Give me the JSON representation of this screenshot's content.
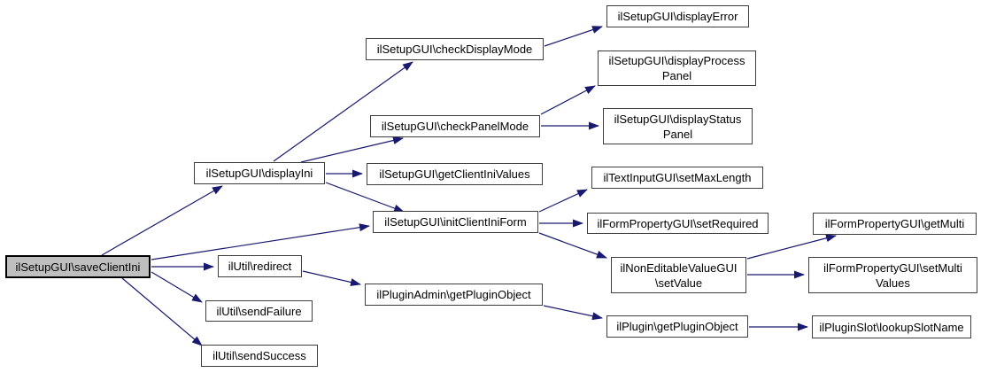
{
  "graph": {
    "type": "call-graph",
    "background_color": "#ffffff",
    "edge_color": "#191970",
    "node_border_color": "#3d3d3d",
    "highlight_fill_color": "#bfbfbf",
    "nodes": [
      {
        "id": "saveClientIni",
        "label": "ilSetupGUI\\saveClientIni",
        "lines": [
          "ilSetupGUI\\saveClientIni"
        ],
        "highlighted": true
      },
      {
        "id": "displayIni",
        "label": "ilSetupGUI\\displayIni",
        "lines": [
          "ilSetupGUI\\displayIni"
        ],
        "highlighted": false
      },
      {
        "id": "redirect",
        "label": "ilUtil\\redirect",
        "lines": [
          "ilUtil\\redirect"
        ],
        "highlighted": false
      },
      {
        "id": "sendFailure",
        "label": "ilUtil\\sendFailure",
        "lines": [
          "ilUtil\\sendFailure"
        ],
        "highlighted": false
      },
      {
        "id": "sendSuccess",
        "label": "ilUtil\\sendSuccess",
        "lines": [
          "ilUtil\\sendSuccess"
        ],
        "highlighted": false
      },
      {
        "id": "checkDisplayMode",
        "label": "ilSetupGUI\\checkDisplayMode",
        "lines": [
          "ilSetupGUI\\checkDisplayMode"
        ],
        "highlighted": false
      },
      {
        "id": "checkPanelMode",
        "label": "ilSetupGUI\\checkPanelMode",
        "lines": [
          "ilSetupGUI\\checkPanelMode"
        ],
        "highlighted": false
      },
      {
        "id": "getClientIniValues",
        "label": "ilSetupGUI\\getClientIniValues",
        "lines": [
          "ilSetupGUI\\getClientIniValues"
        ],
        "highlighted": false
      },
      {
        "id": "initClientIniForm",
        "label": "ilSetupGUI\\initClientIniForm",
        "lines": [
          "ilSetupGUI\\initClientIniForm"
        ],
        "highlighted": false
      },
      {
        "id": "pluginAdminGetPluginObject",
        "label": "ilPluginAdmin\\getPluginObject",
        "lines": [
          "ilPluginAdmin\\getPluginObject"
        ],
        "highlighted": false
      },
      {
        "id": "displayError",
        "label": "ilSetupGUI\\displayError",
        "lines": [
          "ilSetupGUI\\displayError"
        ],
        "highlighted": false
      },
      {
        "id": "displayProcessPanel",
        "label": "ilSetupGUI\\displayProcessPanel",
        "lines": [
          "ilSetupGUI\\displayProcess",
          "Panel"
        ],
        "highlighted": false
      },
      {
        "id": "displayStatusPanel",
        "label": "ilSetupGUI\\displayStatusPanel",
        "lines": [
          "ilSetupGUI\\displayStatus",
          "Panel"
        ],
        "highlighted": false
      },
      {
        "id": "setMaxLength",
        "label": "ilTextInputGUI\\setMaxLength",
        "lines": [
          "ilTextInputGUI\\setMaxLength"
        ],
        "highlighted": false
      },
      {
        "id": "setRequired",
        "label": "ilFormPropertyGUI\\setRequired",
        "lines": [
          "ilFormPropertyGUI\\setRequired"
        ],
        "highlighted": false
      },
      {
        "id": "nonEditableSetValue",
        "label": "ilNonEditableValueGUI\\setValue",
        "lines": [
          "ilNonEditableValueGUI",
          "\\setValue"
        ],
        "highlighted": false
      },
      {
        "id": "pluginGetPluginObject",
        "label": "ilPlugin\\getPluginObject",
        "lines": [
          "ilPlugin\\getPluginObject"
        ],
        "highlighted": false
      },
      {
        "id": "getMulti",
        "label": "ilFormPropertyGUI\\getMulti",
        "lines": [
          "ilFormPropertyGUI\\getMulti"
        ],
        "highlighted": false
      },
      {
        "id": "setMultiValues",
        "label": "ilFormPropertyGUI\\setMultiValues",
        "lines": [
          "ilFormPropertyGUI\\setMulti",
          "Values"
        ],
        "highlighted": false
      },
      {
        "id": "lookupSlotName",
        "label": "ilPluginSlot\\lookupSlotName",
        "lines": [
          "ilPluginSlot\\lookupSlotName"
        ],
        "highlighted": false
      }
    ],
    "edges": [
      {
        "from": "ilSetupGUI\\saveClientIni",
        "to": "ilSetupGUI\\displayIni"
      },
      {
        "from": "ilSetupGUI\\saveClientIni",
        "to": "ilSetupGUI\\initClientIniForm"
      },
      {
        "from": "ilSetupGUI\\saveClientIni",
        "to": "ilUtil\\redirect"
      },
      {
        "from": "ilSetupGUI\\saveClientIni",
        "to": "ilUtil\\sendFailure"
      },
      {
        "from": "ilSetupGUI\\saveClientIni",
        "to": "ilUtil\\sendSuccess"
      },
      {
        "from": "ilSetupGUI\\displayIni",
        "to": "ilSetupGUI\\checkDisplayMode"
      },
      {
        "from": "ilSetupGUI\\displayIni",
        "to": "ilSetupGUI\\checkPanelMode"
      },
      {
        "from": "ilSetupGUI\\displayIni",
        "to": "ilSetupGUI\\getClientIniValues"
      },
      {
        "from": "ilSetupGUI\\displayIni",
        "to": "ilSetupGUI\\initClientIniForm"
      },
      {
        "from": "ilSetupGUI\\checkDisplayMode",
        "to": "ilSetupGUI\\displayError"
      },
      {
        "from": "ilSetupGUI\\checkPanelMode",
        "to": "ilSetupGUI\\displayProcessPanel"
      },
      {
        "from": "ilSetupGUI\\checkPanelMode",
        "to": "ilSetupGUI\\displayStatusPanel"
      },
      {
        "from": "ilSetupGUI\\initClientIniForm",
        "to": "ilTextInputGUI\\setMaxLength"
      },
      {
        "from": "ilSetupGUI\\initClientIniForm",
        "to": "ilFormPropertyGUI\\setRequired"
      },
      {
        "from": "ilSetupGUI\\initClientIniForm",
        "to": "ilNonEditableValueGUI\\setValue"
      },
      {
        "from": "ilUtil\\redirect",
        "to": "ilPluginAdmin\\getPluginObject"
      },
      {
        "from": "ilPluginAdmin\\getPluginObject",
        "to": "ilPlugin\\getPluginObject"
      },
      {
        "from": "ilPlugin\\getPluginObject",
        "to": "ilPluginSlot\\lookupSlotName"
      },
      {
        "from": "ilNonEditableValueGUI\\setValue",
        "to": "ilFormPropertyGUI\\getMulti"
      },
      {
        "from": "ilNonEditableValueGUI\\setValue",
        "to": "ilFormPropertyGUI\\setMultiValues"
      }
    ]
  }
}
